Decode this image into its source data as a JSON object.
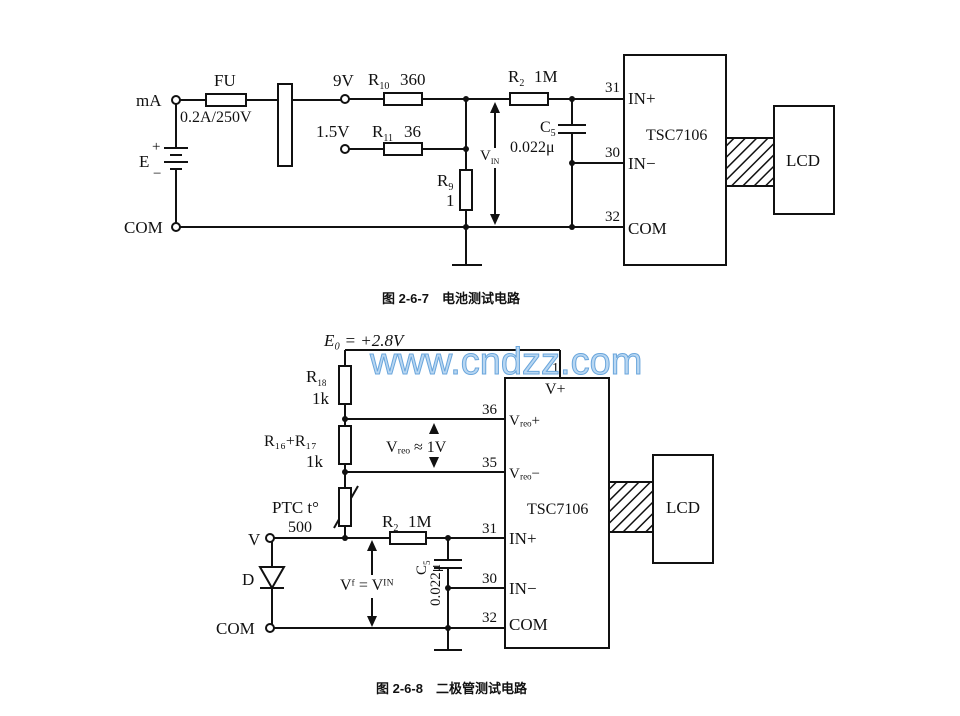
{
  "diagram1": {
    "terminals": {
      "ma": "mA",
      "com": "COM",
      "e": "E",
      "plus": "+",
      "minus": "−"
    },
    "fuse": {
      "name": "FU",
      "rating": "0.2A/250V"
    },
    "range_9v": "9V",
    "range_1v5": "1.5V",
    "r10": {
      "name": "R",
      "sub": "10",
      "value": "360"
    },
    "r11": {
      "name": "R",
      "sub": "11",
      "value": "36"
    },
    "r9": {
      "name": "R",
      "sub": "9",
      "value": "1"
    },
    "r2": {
      "name": "R",
      "sub": "2",
      "value": "1M"
    },
    "c5": {
      "name": "C",
      "sub": "5",
      "value": "0.022μ"
    },
    "vin": {
      "name": "V",
      "sub": "IN"
    },
    "chip": "TSC7106",
    "display": "LCD",
    "pins": {
      "in_plus": "IN+",
      "in_minus": "IN−",
      "com": "COM",
      "p31": "31",
      "p30": "30",
      "p32": "32"
    },
    "caption": "图 2-6-7　电池测试电路"
  },
  "diagram2": {
    "e0": "E₀ = +2.8V",
    "r18": {
      "name": "R",
      "sub": "18",
      "value": "1k"
    },
    "r16_17": {
      "label": "R₁₆+R₁₇",
      "value": "1k"
    },
    "ptc": {
      "name": "PTC t°",
      "value": "500"
    },
    "vref": "Vᵣₑₒ ≈ 1V",
    "r2": {
      "name": "R",
      "sub": "2",
      "value": "1M"
    },
    "c5": {
      "name": "C",
      "sub": "5",
      "value": "0.022μ"
    },
    "vf": "Vᶠ = Vᴵᴺ",
    "terminals": {
      "v": "V",
      "d": "D",
      "com": "COM"
    },
    "chip": "TSC7106",
    "display": "LCD",
    "pins": {
      "vplus": "V+",
      "ref_plus": "Vᵣₑₒ+",
      "ref_minus": "Vᵣₑₒ−",
      "in_plus": "IN+",
      "in_minus": "IN−",
      "com": "COM",
      "p1": "1",
      "p36": "36",
      "p35": "35",
      "p31": "31",
      "p30": "30",
      "p32": "32"
    },
    "caption": "图 2-6-8　二极管测试电路"
  },
  "watermark": "www.cndzz.com"
}
